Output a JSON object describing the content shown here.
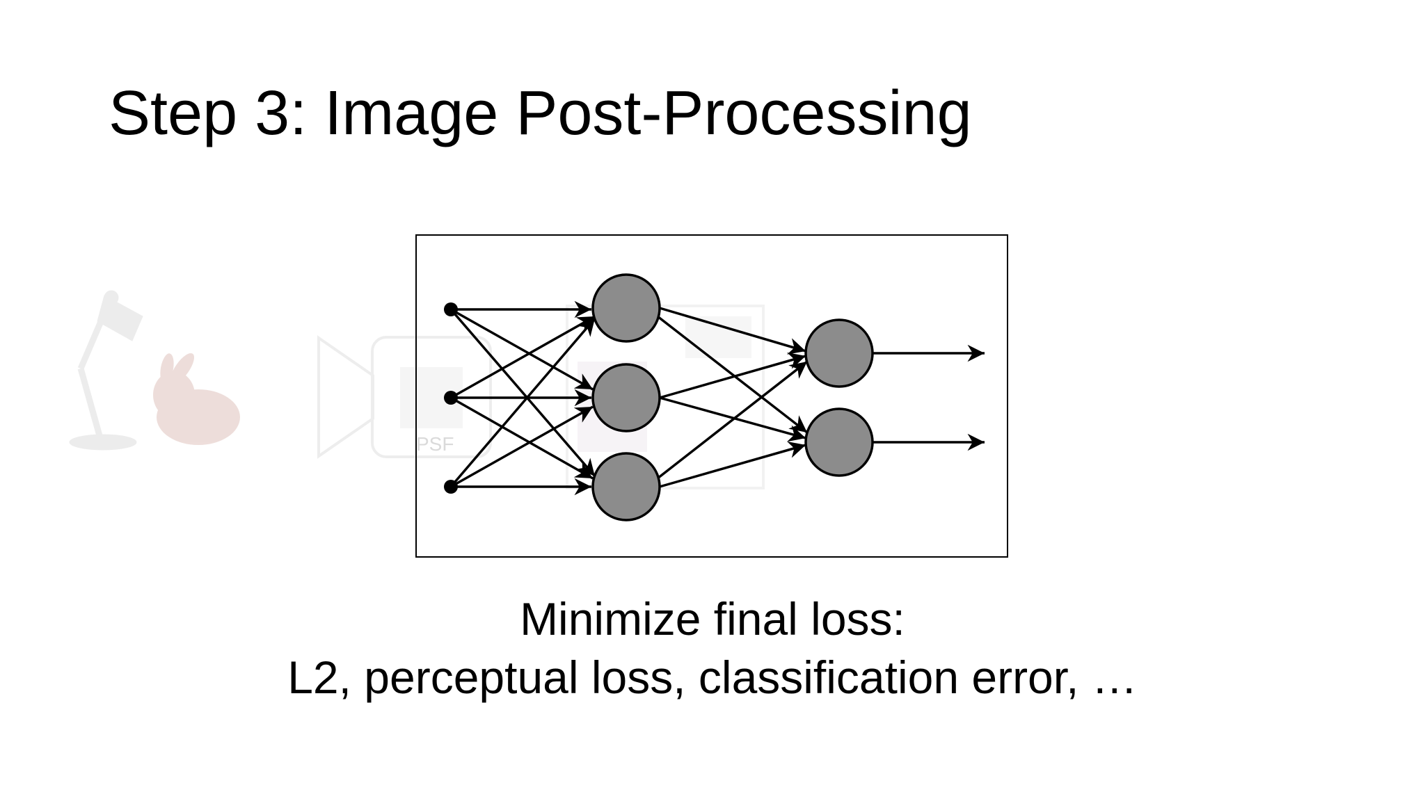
{
  "slide": {
    "title": "Step 3: Image Post-Processing",
    "caption_line1": "Minimize final loss:",
    "caption_line2": "L2, perceptual loss, classification error, …",
    "ghost_label": "PSF"
  },
  "colors": {
    "node_fill": "#8c8c8c",
    "stroke": "#000000",
    "ghost": "#ececec"
  },
  "icons": {
    "lamp": "desk-lamp-icon",
    "bunny": "bunny-icon",
    "camera": "camera-icon"
  }
}
